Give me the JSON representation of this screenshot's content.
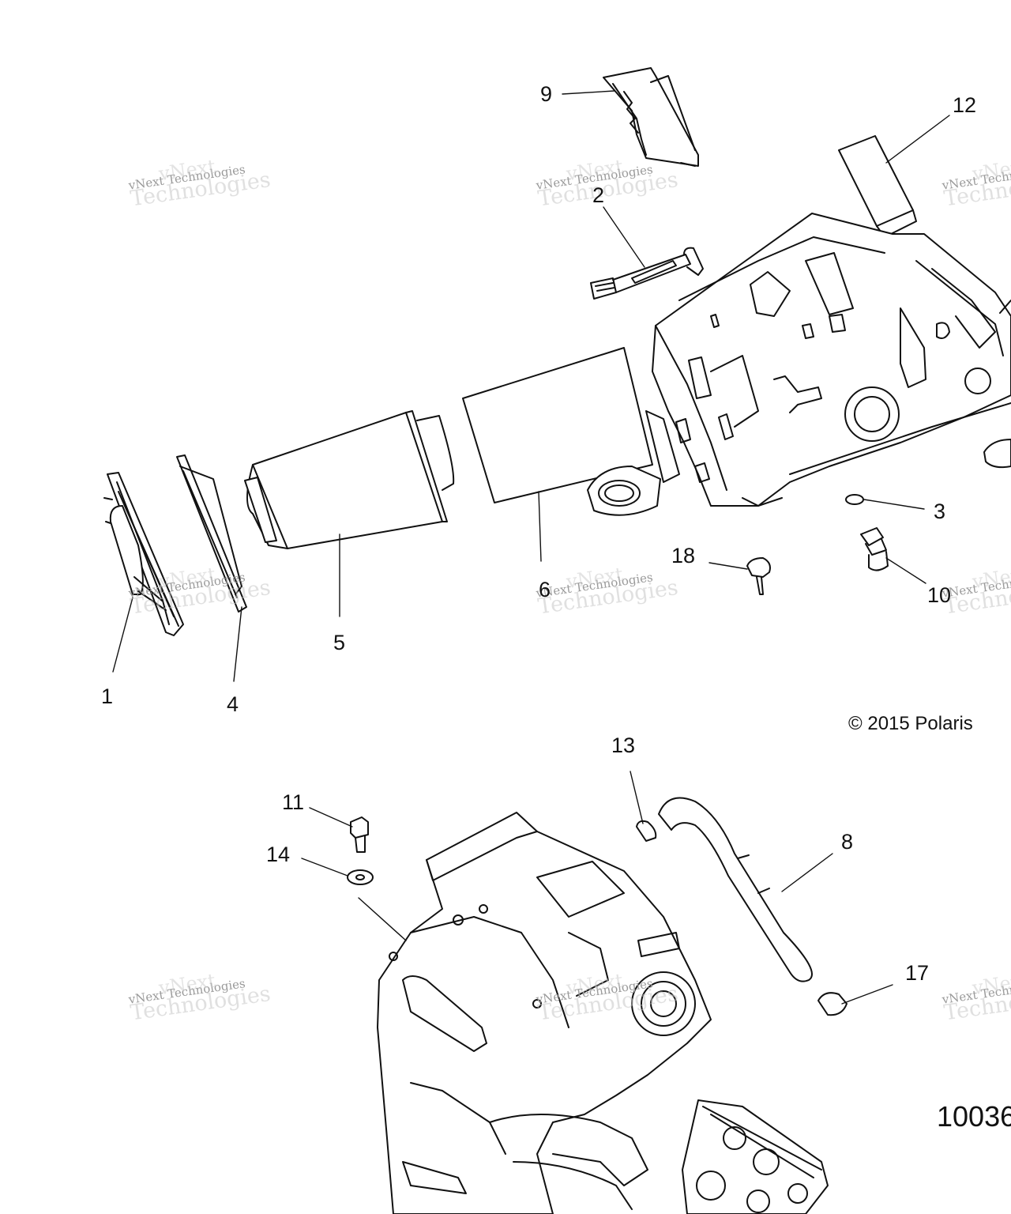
{
  "callouts": {
    "c1": "1",
    "c2": "2",
    "c3": "3",
    "c4": "4",
    "c5": "5",
    "c6": "6",
    "c8": "8",
    "c9": "9",
    "c10": "10",
    "c11": "11",
    "c12": "12",
    "c13": "13",
    "c14": "14",
    "c17": "17",
    "c18": "18"
  },
  "watermark": {
    "top": "vNext",
    "line1": "vNext Technologies",
    "line2": "Technologies"
  },
  "footer": {
    "copyright": "© 2015 Polaris",
    "drawing_number": "10036"
  },
  "colors": {
    "line": "#111111",
    "watermark": "#c8c8c8"
  }
}
